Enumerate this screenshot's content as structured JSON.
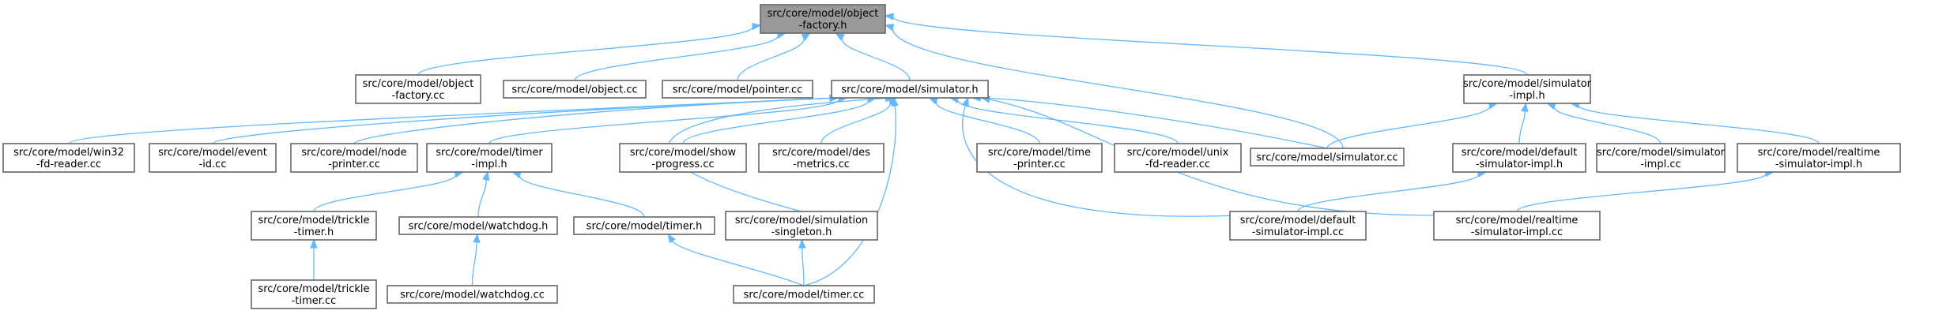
{
  "nodes": {
    "object_factory_h": [
      "src/core/model/object",
      "-factory.h"
    ],
    "object_factory_cc": [
      "src/core/model/object",
      "-factory.cc"
    ],
    "object_cc": [
      "src/core/model/object.cc"
    ],
    "pointer_cc": [
      "src/core/model/pointer.cc"
    ],
    "simulator_h": [
      "src/core/model/simulator.h"
    ],
    "simulator_impl_h": [
      "src/core/model/simulator",
      "-impl.h"
    ],
    "win32_fd_reader_cc": [
      "src/core/model/win32",
      "-fd-reader.cc"
    ],
    "event_id_cc": [
      "src/core/model/event",
      "-id.cc"
    ],
    "node_printer_cc": [
      "src/core/model/node",
      "-printer.cc"
    ],
    "timer_impl_h": [
      "src/core/model/timer",
      "-impl.h"
    ],
    "show_progress_cc": [
      "src/core/model/show",
      "-progress.cc"
    ],
    "des_metrics_cc": [
      "src/core/model/des",
      "-metrics.cc"
    ],
    "time_printer_cc": [
      "src/core/model/time",
      "-printer.cc"
    ],
    "unix_fd_reader_cc": [
      "src/core/model/unix",
      "-fd-reader.cc"
    ],
    "simulator_cc": [
      "src/core/model/simulator.cc"
    ],
    "default_simulator_impl_h": [
      "src/core/model/default",
      "-simulator-impl.h"
    ],
    "simulator_impl_cc": [
      "src/core/model/simulator",
      "-impl.cc"
    ],
    "realtime_simulator_impl_h": [
      "src/core/model/realtime",
      "-simulator-impl.h"
    ],
    "trickle_timer_h": [
      "src/core/model/trickle",
      "-timer.h"
    ],
    "watchdog_h": [
      "src/core/model/watchdog.h"
    ],
    "timer_h": [
      "src/core/model/timer.h"
    ],
    "simulation_singleton_h": [
      "src/core/model/simulation",
      "-singleton.h"
    ],
    "default_simulator_impl_cc": [
      "src/core/model/default",
      "-simulator-impl.cc"
    ],
    "realtime_simulator_impl_cc": [
      "src/core/model/realtime",
      "-simulator-impl.cc"
    ],
    "trickle_timer_cc": [
      "src/core/model/trickle",
      "-timer.cc"
    ],
    "watchdog_cc": [
      "src/core/model/watchdog.cc"
    ],
    "timer_cc": [
      "src/core/model/timer.cc"
    ]
  },
  "edges": [
    [
      "object_factory_cc",
      "object_factory_h"
    ],
    [
      "object_cc",
      "object_factory_h"
    ],
    [
      "pointer_cc",
      "object_factory_h"
    ],
    [
      "simulator_h",
      "object_factory_h"
    ],
    [
      "simulator_cc",
      "object_factory_h"
    ],
    [
      "simulator_impl_h",
      "object_factory_h"
    ],
    [
      "win32_fd_reader_cc",
      "simulator_h"
    ],
    [
      "event_id_cc",
      "simulator_h"
    ],
    [
      "node_printer_cc",
      "simulator_h"
    ],
    [
      "timer_impl_h",
      "simulator_h"
    ],
    [
      "show_progress_cc",
      "simulator_h"
    ],
    [
      "des_metrics_cc",
      "simulator_h"
    ],
    [
      "time_printer_cc",
      "simulator_h"
    ],
    [
      "unix_fd_reader_cc",
      "simulator_h"
    ],
    [
      "simulator_cc",
      "simulator_h"
    ],
    [
      "simulation_singleton_h",
      "simulator_h"
    ],
    [
      "timer_cc",
      "simulator_h"
    ],
    [
      "default_simulator_impl_cc",
      "simulator_h"
    ],
    [
      "realtime_simulator_impl_cc",
      "simulator_h"
    ],
    [
      "simulator_cc",
      "simulator_impl_h"
    ],
    [
      "default_simulator_impl_h",
      "simulator_impl_h"
    ],
    [
      "simulator_impl_cc",
      "simulator_impl_h"
    ],
    [
      "realtime_simulator_impl_h",
      "simulator_impl_h"
    ],
    [
      "trickle_timer_h",
      "timer_impl_h"
    ],
    [
      "watchdog_h",
      "timer_impl_h"
    ],
    [
      "timer_h",
      "timer_impl_h"
    ],
    [
      "trickle_timer_cc",
      "trickle_timer_h"
    ],
    [
      "watchdog_cc",
      "watchdog_h"
    ],
    [
      "timer_cc",
      "timer_h"
    ],
    [
      "timer_cc",
      "simulation_singleton_h"
    ],
    [
      "default_simulator_impl_cc",
      "default_simulator_impl_h"
    ],
    [
      "realtime_simulator_impl_cc",
      "realtime_simulator_impl_h"
    ]
  ]
}
